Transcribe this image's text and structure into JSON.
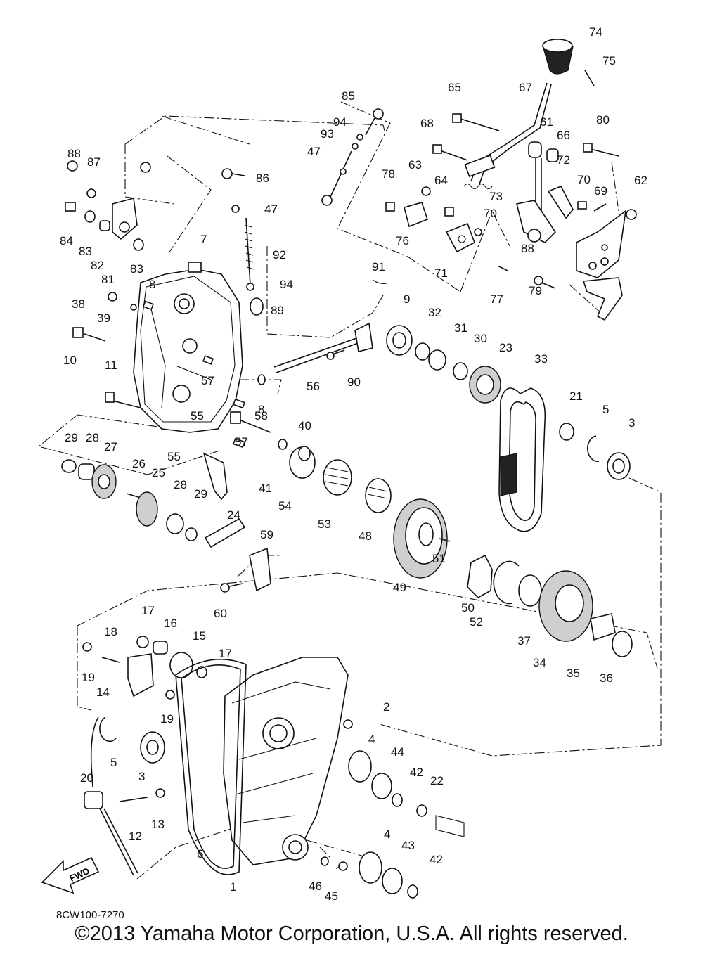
{
  "diagram": {
    "drawing_code": "8CW100-7270",
    "direction_label": "FWD",
    "part_labels": [
      "74",
      "75",
      "85",
      "65",
      "67",
      "80",
      "94",
      "61",
      "66",
      "68",
      "93",
      "47",
      "88",
      "87",
      "86",
      "63",
      "73",
      "72",
      "62",
      "78",
      "64",
      "70",
      "69",
      "70",
      "84",
      "47",
      "83",
      "82",
      "81",
      "83",
      "92",
      "76",
      "71",
      "88",
      "7",
      "8",
      "94",
      "91",
      "38",
      "39",
      "89",
      "77",
      "79",
      "10",
      "9",
      "32",
      "31",
      "30",
      "23",
      "33",
      "11",
      "57",
      "56",
      "90",
      "21",
      "5",
      "3",
      "58",
      "55",
      "8",
      "40",
      "29",
      "28",
      "27",
      "55",
      "57",
      "26",
      "25",
      "41",
      "54",
      "53",
      "28",
      "29",
      "24",
      "48",
      "59",
      "51",
      "49",
      "60",
      "50",
      "52",
      "37",
      "34",
      "17",
      "16",
      "18",
      "15",
      "17",
      "14",
      "19",
      "19",
      "35",
      "36",
      "2",
      "5",
      "3",
      "4",
      "44",
      "20",
      "42",
      "22",
      "12",
      "13",
      "6",
      "4",
      "43",
      "1",
      "42",
      "46",
      "45"
    ]
  },
  "footer": {
    "copyright": "©2013 Yamaha Motor Corporation, U.S.A. All rights reserved."
  }
}
